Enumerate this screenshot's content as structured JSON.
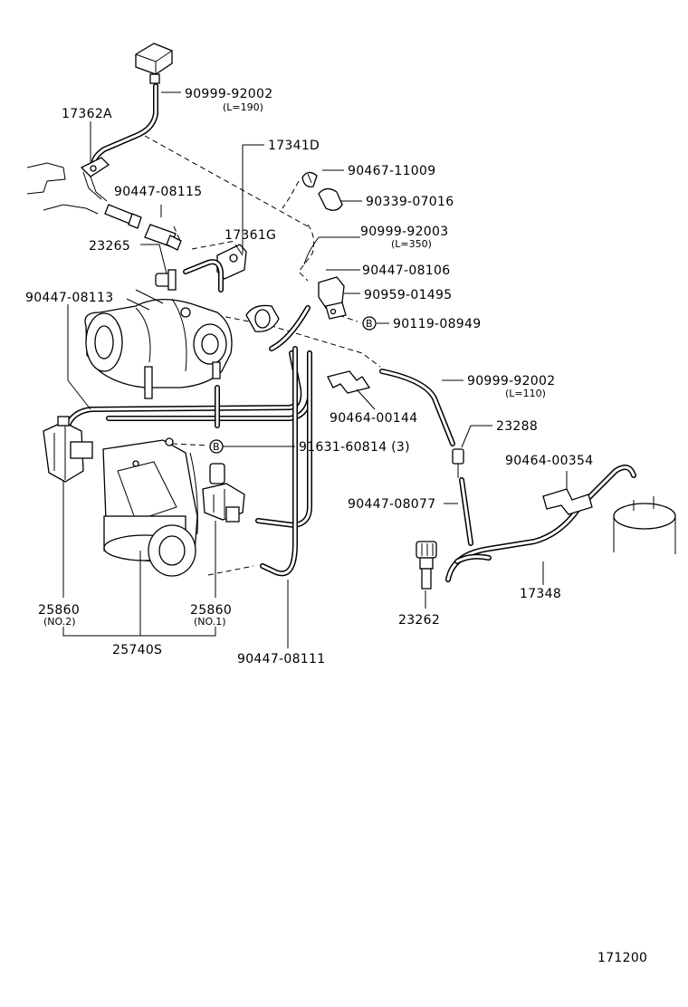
{
  "parts": {
    "p1": "90999-92002",
    "p1_sub": "(L=190)",
    "p2": "17362A",
    "p3": "17341D",
    "p4": "90467-11009",
    "p5": "90339-07016",
    "p6": "90447-08115",
    "p7": "17361G",
    "p8": "90999-92003",
    "p8_sub": "(L=350)",
    "p9": "23265",
    "p10": "90447-08106",
    "p11": "90447-08113",
    "p12": "90959-01495",
    "p13": "90119-08949",
    "p14": "90999-92002",
    "p14_sub": "(L=110)",
    "p15": "90464-00144",
    "p16": "23288",
    "p17": "91631-60814 (3)",
    "p18": "90464-00354",
    "p19": "90447-08077",
    "p20": "17348",
    "p21": "23262",
    "p22": "25860",
    "p22_sub": "(NO.2)",
    "p23": "25860",
    "p23_sub": "(NO.1)",
    "p24": "25740S",
    "p25": "90447-08111"
  },
  "markers": {
    "bolt_b": "B"
  },
  "footer": {
    "code": "171200"
  }
}
